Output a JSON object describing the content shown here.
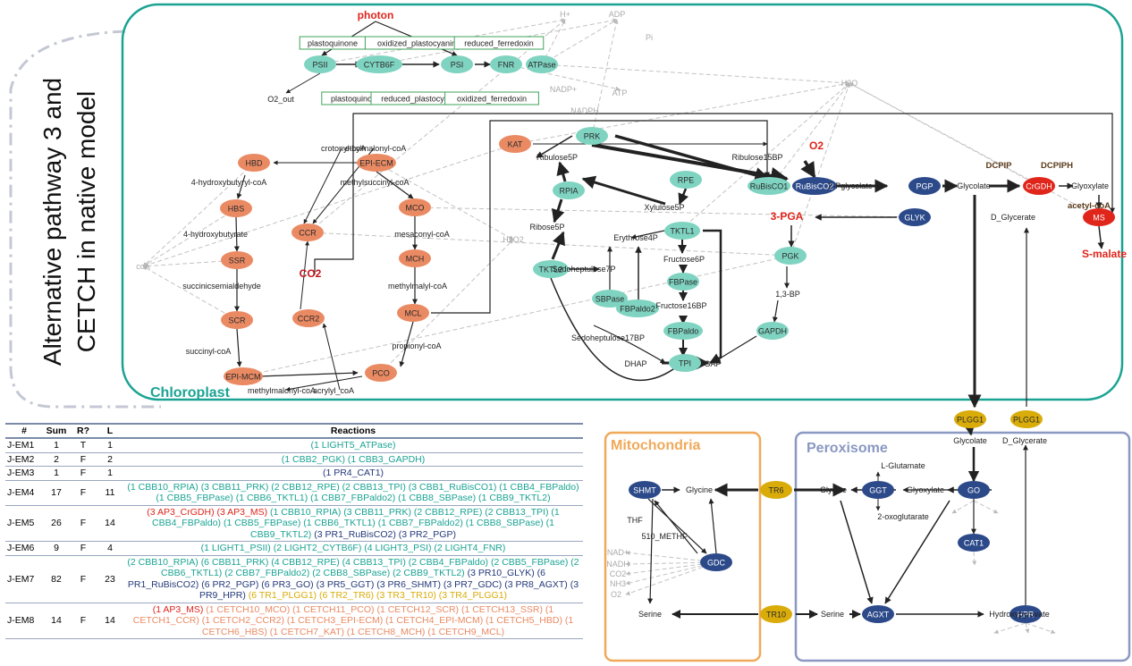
{
  "side_title": [
    "Alternative pathway 3 and",
    "CETCH in native model"
  ],
  "compartments": {
    "chloroplast": "Chloroplast",
    "mitochondria": "Mitochondria",
    "peroxisome": "Peroxisome"
  },
  "colors": {
    "teal": "#7fd3c1",
    "navy": "#2c4a8a",
    "salmon": "#ea8a63",
    "red": "#e0251b",
    "gold": "#d9ac0a",
    "chloroplast_border": "#1aa393",
    "mito_border": "#f0a95a",
    "perox_border": "#8a98c2"
  },
  "enzymes": {
    "teal": [
      "PSII",
      "CYTB6F",
      "PSI",
      "FNR",
      "ATPase",
      "PRK",
      "RPIA",
      "RPE",
      "TKTL1",
      "TKTL2",
      "SBPase",
      "FBPaldo2",
      "FBPase",
      "FBPaldo",
      "TPI",
      "GAPDH",
      "PGK",
      "RuBisCO1"
    ],
    "navy": [
      "RuBisCO2",
      "PGP",
      "GLYK",
      "GGT",
      "GO",
      "CAT1",
      "SHMT",
      "GDC",
      "AGXT",
      "HPR"
    ],
    "salmon": [
      "HBD",
      "EPI-ECM",
      "HBS",
      "SSR",
      "SCR",
      "EPI-MCM",
      "CCR",
      "CCR2",
      "MCO",
      "MCH",
      "MCL",
      "PCO",
      "KAT"
    ],
    "red": [
      "CrGDH",
      "MS"
    ],
    "gold": [
      "TR6",
      "TR10",
      "PLGG1",
      "PLGG1"
    ]
  },
  "boxed_metabolites": [
    "plastoquinone",
    "oxidized_plastocyanin",
    "reduced_ferredoxin",
    "plastoquinol",
    "reduced_plastocyanin",
    "oxidized_ferredoxin"
  ],
  "metabolites": {
    "black": [
      "O2_out",
      "crotonyl-coA",
      "ethylmalonyl-coA",
      "4-hydroxybutyryl-coA",
      "methylsuccinyl-coA",
      "4-hydroxybutyrate",
      "mesaconyl-coA",
      "succinicsemialdehyde",
      "methylmalyl-coA",
      "succinyl-coA",
      "propionyl-coA",
      "methylmalonyl-coA",
      "acrylyl_coA",
      "Ribulose5P",
      "Ribulose15BP",
      "Xylulose5P",
      "Ribose5P",
      "Erythrose4P",
      "Sedoheptulose7P",
      "Fructose6P",
      "Fructose16BP",
      "Sedoheptulose17BP",
      "DHAP",
      "GAP",
      "1,3-BP",
      "2-Pglycolate",
      "Glycolate",
      "Glyoxylate",
      "D_Glycerate",
      "Glycine",
      "THF",
      "510_METHF",
      "Serine",
      "L-Glutamate",
      "2-oxoglutarate",
      "Hydroxypyruvate"
    ],
    "gray": [
      "H+",
      "ADP",
      "Pi",
      "NADP+",
      "ATP",
      "NADPH",
      "H2O",
      "coA",
      "H2O2",
      "NAD+",
      "NADH",
      "CO2",
      "NH3",
      "O2"
    ],
    "red_bold": [
      "photon",
      "O2",
      "3-PGA",
      "S-malate",
      "CO2"
    ],
    "bold": [
      "DCPIP",
      "DCPIPH",
      "acetyl-coA"
    ]
  },
  "table": {
    "headers": [
      "#",
      "Sum",
      "R?",
      "L",
      "Reactions"
    ],
    "rows": [
      {
        "id": "J-EM1",
        "sum": "1",
        "r": "T",
        "l": "1",
        "parts": [
          [
            "(1 LIGHT5_ATPase)",
            "teal"
          ]
        ]
      },
      {
        "id": "J-EM2",
        "sum": "2",
        "r": "F",
        "l": "2",
        "parts": [
          [
            "(1 CBB2_PGK) (1 CBB3_GAPDH)",
            "teal"
          ]
        ]
      },
      {
        "id": "J-EM3",
        "sum": "1",
        "r": "F",
        "l": "1",
        "parts": [
          [
            "(1 PR4_CAT1)",
            "navy"
          ]
        ]
      },
      {
        "id": "J-EM4",
        "sum": "17",
        "r": "F",
        "l": "11",
        "parts": [
          [
            "(1 CBB10_RPIA) (3 CBB11_PRK) (2 CBB12_RPE) (2 CBB13_TPI) (3 CBB1_RuBisCO1) (1 CBB4_FBPaldo) (1 CBB5_FBPase) (1 CBB6_TKTL1) (1 CBB7_FBPaldo2) (1 CBB8_SBPase) (1 CBB9_TKTL2)",
            "teal"
          ]
        ]
      },
      {
        "id": "J-EM5",
        "sum": "26",
        "r": "F",
        "l": "14",
        "parts": [
          [
            "(3 AP3_CrGDH) (3 AP3_MS)",
            "red"
          ],
          [
            " (1 CBB10_RPIA) (3 CBB11_PRK) (2 CBB12_RPE) (2 CBB13_TPI) (1 CBB4_FBPaldo) (1 CBB5_FBPase) (1 CBB6_TKTL1) (1 CBB7_FBPaldo2) (1 CBB8_SBPase) (1 CBB9_TKTL2)",
            "teal"
          ],
          [
            " (3 PR1_RuBisCO2) (3 PR2_PGP)",
            "navy"
          ]
        ]
      },
      {
        "id": "J-EM6",
        "sum": "9",
        "r": "F",
        "l": "4",
        "parts": [
          [
            "(1 LIGHT1_PSII) (2 LIGHT2_CYTB6F) (4 LIGHT3_PSI) (2 LIGHT4_FNR)",
            "teal"
          ]
        ]
      },
      {
        "id": "J-EM7",
        "sum": "82",
        "r": "F",
        "l": "23",
        "parts": [
          [
            "(2 CBB10_RPIA) (6 CBB11_PRK) (4 CBB12_RPE) (4 CBB13_TPI) (2 CBB4_FBPaldo) (2 CBB5_FBPase) (2 CBB6_TKTL1) (2 CBB7_FBPaldo2) (2 CBB8_SBPase) (2 CBB9_TKTL2)",
            "teal"
          ],
          [
            " (3 PR10_GLYK) (6 PR1_RuBisCO2) (6 PR2_PGP) (6 PR3_GO) (3 PR5_GGT) (3 PR6_SHMT) (3 PR7_GDC) (3 PR8_AGXT) (3 PR9_HPR)",
            "navy"
          ],
          [
            " (6 TR1_PLGG1) (6 TR2_TR6) (3 TR3_TR10) (3 TR4_PLGG1)",
            "gold"
          ]
        ]
      },
      {
        "id": "J-EM8",
        "sum": "14",
        "r": "F",
        "l": "14",
        "parts": [
          [
            "(1 AP3_MS)",
            "red"
          ],
          [
            " (1 CETCH10_MCO) (1 CETCH11_PCO) (1 CETCH12_SCR) (1 CETCH13_SSR) (1 CETCH1_CCR) (1 CETCH2_CCR2) (1 CETCH3_EPI-ECM) (1 CETCH4_EPI-MCM) (1 CETCH5_HBD) (1 CETCH6_HBS) (1 CETCH7_KAT) (1 CETCH8_MCH) (1 CETCH9_MCL)",
            "salmon"
          ]
        ]
      }
    ]
  }
}
